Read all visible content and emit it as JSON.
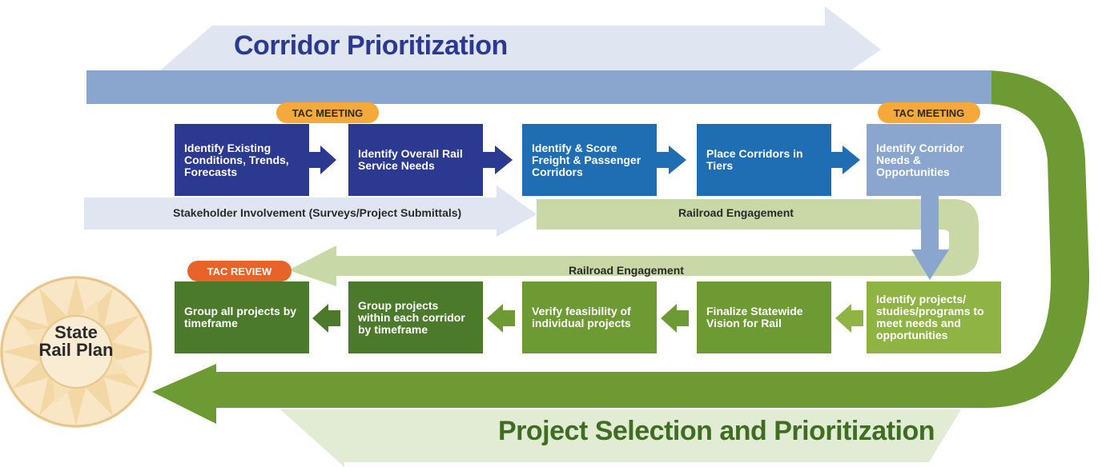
{
  "titles": {
    "top": "Corridor Prioritization",
    "bottom": "Project Selection and Prioritization"
  },
  "seal": {
    "line1": "State",
    "line2": "Rail Plan"
  },
  "badges": {
    "tac_meeting_1": "TAC MEETING",
    "tac_meeting_2": "TAC MEETING",
    "tac_review": "TAC REVIEW"
  },
  "bands": {
    "stakeholder": "Stakeholder Involvement (Surveys/Project Submittals)",
    "railroad_top": "Railroad Engagement",
    "railroad_middle": "Railroad Engagement"
  },
  "top_row": [
    {
      "text": "Identify Existing Conditions, Trends, Forecasts"
    },
    {
      "text": "Identify Overall Rail Service Needs"
    },
    {
      "text": "Identify & Score Freight & Passenger Corridors"
    },
    {
      "text": "Place Corridors in Tiers"
    },
    {
      "text": "Identify Corridor Needs & Opportunities"
    }
  ],
  "bottom_row": [
    {
      "text": "Group all projects by timeframe"
    },
    {
      "text": "Group projects within each corridor by timeframe"
    },
    {
      "text": "Verify feasibility of individual projects"
    },
    {
      "text": "Finalize Statewide Vision for Rail"
    },
    {
      "text": "Identify projects/ studies/programs to meet needs and opportunities"
    }
  ],
  "colors": {
    "navy": "#2b3990",
    "blue": "#1f6db3",
    "light_blue": "#8aa6cf",
    "pale_blue": "#dfe6f1",
    "dark_green": "#4a7a2a",
    "mid_green": "#6e9a34",
    "light_green": "#8fb444",
    "pale_green": "#c8d8a6",
    "badge_orange": "#f4a93a",
    "badge_red": "#e8632a"
  }
}
